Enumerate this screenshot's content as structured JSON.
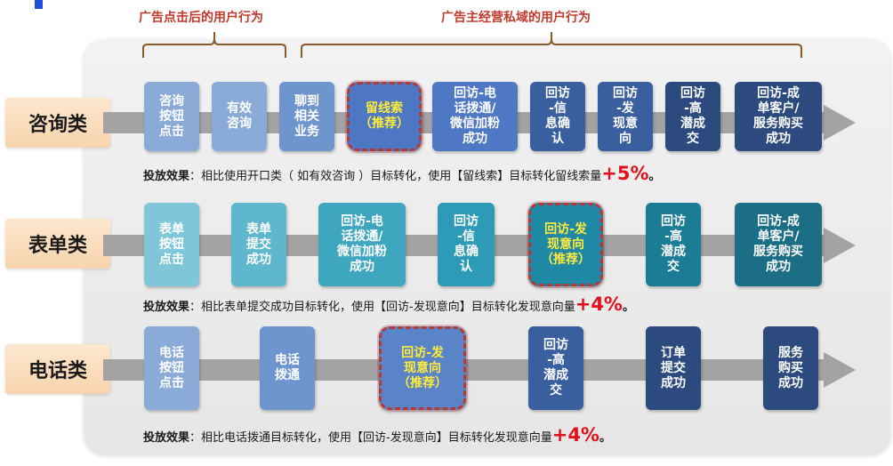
{
  "header": {
    "left_label": "广告点击后的用户行为",
    "right_label": "广告主经营私域的用户行为"
  },
  "rows": [
    {
      "category": "咨询类",
      "nodes": [
        {
          "text": "咨询\n按钮\n点击",
          "recommended": false
        },
        {
          "text": "有效\n咨询",
          "recommended": false
        },
        {
          "text": "聊到\n相关\n业务",
          "recommended": false
        },
        {
          "text": "留线索\n（推荐）",
          "recommended": true
        },
        {
          "text": "回访-电\n话拨通/\n微信加粉\n成功",
          "recommended": false
        },
        {
          "text": "回访\n-信\n息确\n认",
          "recommended": false
        },
        {
          "text": "回访\n-发\n现意\n向",
          "recommended": false
        },
        {
          "text": "回访\n-高\n潜成\n交",
          "recommended": false
        },
        {
          "text": "回访-成\n单客户/\n服务购买\n成功",
          "recommended": false
        }
      ],
      "effect": {
        "lead": "投放效果",
        "body": "：相比使用开口类（ 如有效咨询 ）目标转化，使用【留线索】目标转化留线索量",
        "pct": "+5%",
        "tail": "。"
      }
    },
    {
      "category": "表单类",
      "nodes": [
        {
          "text": "表单\n按钮\n点击",
          "recommended": false
        },
        {
          "text": "表单\n提交\n成功",
          "recommended": false
        },
        {
          "text": "回访-电\n话拨通/\n微信加粉\n成功",
          "recommended": false
        },
        {
          "text": "回访\n-信\n息确\n认",
          "recommended": false
        },
        {
          "text": "回访-发\n现意向\n（推荐）",
          "recommended": true
        },
        {
          "text": "回访\n-高\n潜成\n交",
          "recommended": false
        },
        {
          "text": "回访-成\n单客户/\n服务购买\n成功",
          "recommended": false
        }
      ],
      "effect": {
        "lead": "投放效果",
        "body": "：相比表单提交成功目标转化，使用【回访-发现意向】目标转化发现意向量",
        "pct": "+4%",
        "tail": "。"
      }
    },
    {
      "category": "电话类",
      "nodes": [
        {
          "text": "电话\n按钮\n点击",
          "recommended": false
        },
        {
          "text": "电话\n拨通",
          "recommended": false
        },
        {
          "text": "回访-发\n现意向\n（推荐）",
          "recommended": true
        },
        {
          "text": "回访\n-高\n潜成\n交",
          "recommended": false
        },
        {
          "text": "订单\n提交\n成功",
          "recommended": false
        },
        {
          "text": "服务\n购买\n成功",
          "recommended": false
        }
      ],
      "effect": {
        "lead": "投放效果",
        "body": "：相比电话拨通目标转化，使用【回访-发现意向】目标转化发现意向量",
        "pct": "+4%",
        "tail": "。"
      }
    }
  ],
  "colors": {
    "row1_stage": [
      "#8aaad8",
      "#8aaad8",
      "#6f95cf",
      "#4e78c4",
      "#4e78c4",
      "#3a5f9e",
      "#3a5f9e",
      "#2c4a7e",
      "#2c4a7e"
    ],
    "row2_stage": [
      "#7fc6d8",
      "#5fb7cd",
      "#3fa6c0",
      "#2d9bb7",
      "#1f88a4",
      "#1c7b95",
      "#1b6e85"
    ],
    "row3_stage": [
      "#8aaad8",
      "#6f95cf",
      "#5a84c8",
      "#3a5f9e",
      "#2c4a7e",
      "#2c4a7e"
    ],
    "accent": "#1d4fd8",
    "highlight": "#e3101d"
  }
}
